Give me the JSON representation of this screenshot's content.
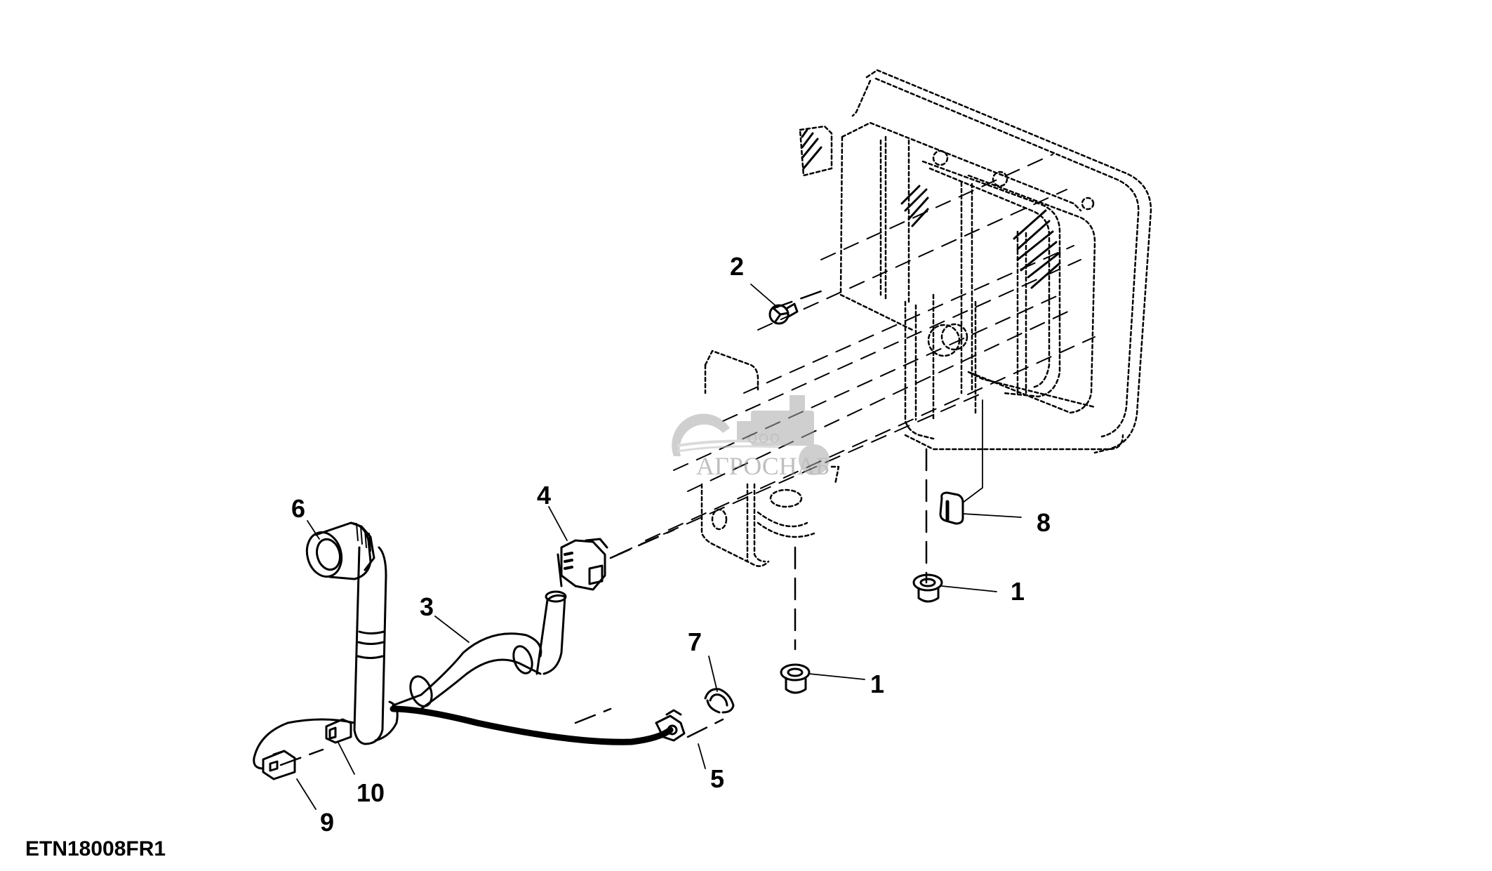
{
  "figure": {
    "id": "ETN18008FR1",
    "type": "exploded-parts-diagram"
  },
  "watermark": {
    "prefix": "ООО",
    "name": "АГРОСНАБ"
  },
  "callouts": [
    {
      "label": "1",
      "part": "grommet-lower"
    },
    {
      "label": "1",
      "part": "grommet-right"
    },
    {
      "label": "2",
      "part": "bolt"
    },
    {
      "label": "3",
      "part": "wiring-harness"
    },
    {
      "label": "4",
      "part": "connector-bracket"
    },
    {
      "label": "5",
      "part": "connector-small"
    },
    {
      "label": "6",
      "part": "round-connector"
    },
    {
      "label": "7",
      "part": "clip"
    },
    {
      "label": "8",
      "part": "plug"
    },
    {
      "label": "9",
      "part": "connector-plug"
    },
    {
      "label": "10",
      "part": "connector-receptacle"
    }
  ],
  "colors": {
    "ink": "#000000",
    "watermark": "#8c8c8c",
    "background": "#ffffff"
  }
}
